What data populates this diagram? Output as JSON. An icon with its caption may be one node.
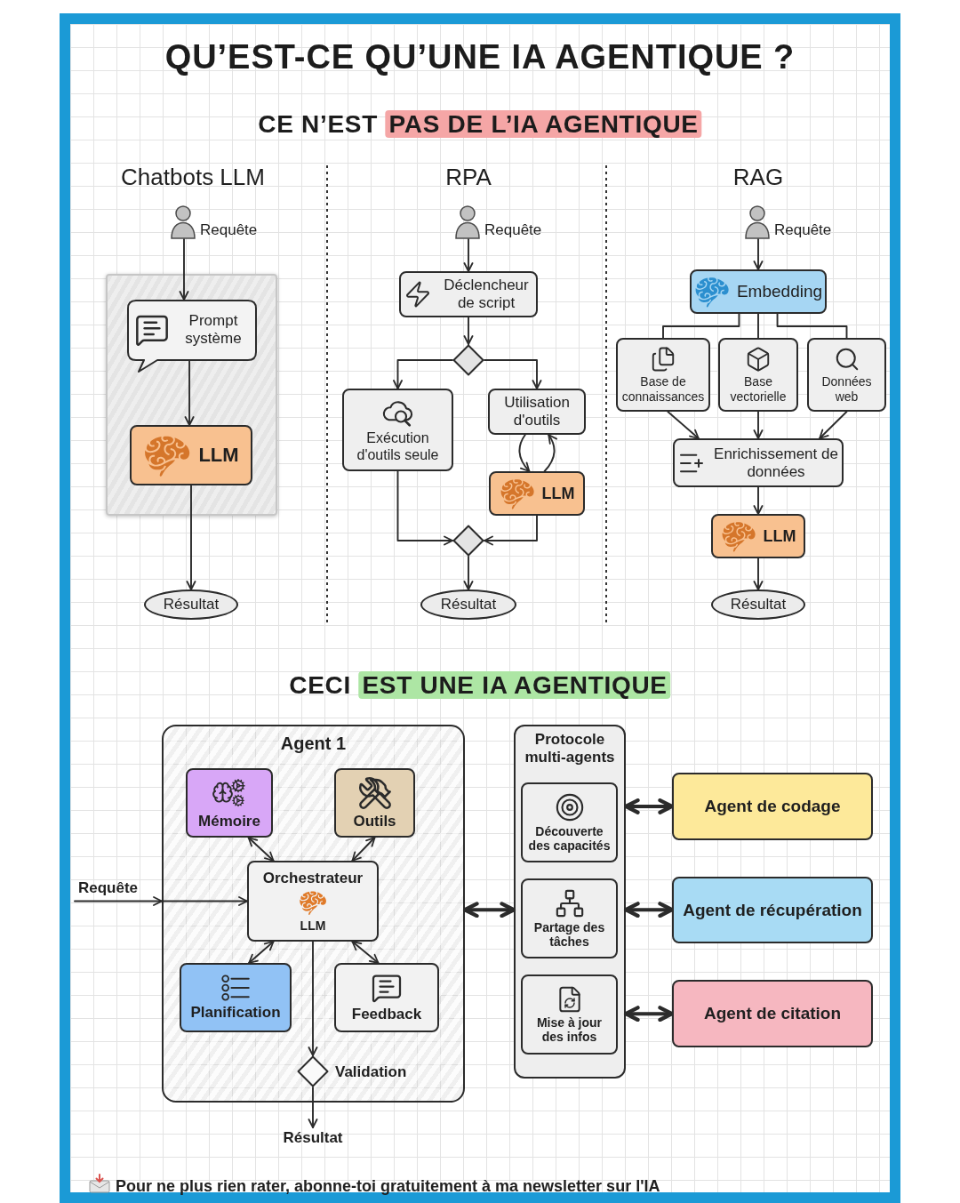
{
  "diagram": {
    "title": "QU’EST-CE QU’UNE IA AGENTIQUE ?",
    "nodes": [
      {
        "text": [
          "Requête"
        ]
      },
      {
        "text": [],
        "shape": "box"
      },
      {
        "text": [
          "Prompt système"
        ],
        "in": 1
      },
      {
        "text": [
          "LLM"
        ],
        "in": 1
      },
      {
        "text": [
          "Résultat"
        ]
      },
      {
        "text": [
          "Requête"
        ]
      },
      {
        "text": [
          "Déclencheur de script"
        ]
      },
      {
        "text": [],
        "shape": "diamond"
      },
      {
        "text": [
          "Exécution d'outils seule"
        ]
      },
      {
        "text": [
          "Utilisation d'outils"
        ]
      },
      {
        "text": [
          "LLM"
        ]
      },
      {
        "text": [],
        "shape": "diamond"
      },
      {
        "text": [
          "Résultat"
        ]
      },
      {
        "text": [
          "Requête"
        ]
      },
      {
        "text": [
          "Embedding"
        ]
      },
      {
        "text": [
          "Base de connaissances"
        ]
      },
      {
        "text": [
          "Base vectorielle"
        ]
      },
      {
        "text": [
          "Données web"
        ]
      },
      {
        "text": [
          "Enrichissement de données"
        ]
      },
      {
        "text": [
          "LLM"
        ]
      },
      {
        "text": [
          "Résultat"
        ]
      },
      {
        "text": [
          "Agent 1"
        ]
      },
      {
        "text": [
          "Mémoire"
        ],
        "in": 21
      },
      {
        "text": [
          "Outils"
        ],
        "in": 21
      },
      {
        "text": [
          "Orchestrateur",
          "LLM"
        ],
        "in": 21
      },
      {
        "text": [
          "Planification"
        ],
        "in": 21
      },
      {
        "text": [
          "Feedback"
        ],
        "in": 21
      },
      {
        "text": [],
        "shape": "diamond",
        "beside": [
          "Validation"
        ],
        "in": 21
      },
      {
        "text": [
          "Résultat"
        ]
      },
      {
        "text": [
          "Protocole multi-agents"
        ]
      },
      {
        "text": [
          "Découverte des capacités"
        ],
        "in": 29
      },
      {
        "text": [
          "Partage des tâches"
        ],
        "in": 29
      },
      {
        "text": [
          "Mise à jour des infos"
        ],
        "in": 29
      },
      {
        "text": [
          "Agent de codage"
        ]
      },
      {
        "text": [
          "Agent de récupération"
        ]
      },
      {
        "text": [
          "Agent de citation"
        ]
      }
    ],
    "edges": [
      {
        "from": 0,
        "to": 2,
        "arrow": "to"
      },
      {
        "from": 2,
        "to": 3,
        "arrow": "to"
      },
      {
        "from": 3,
        "to": 4,
        "arrow": "to"
      },
      {
        "from": 5,
        "to": 6,
        "arrow": "to"
      },
      {
        "from": 6,
        "to": 7,
        "arrow": "to"
      },
      {
        "from": 7,
        "to": 8,
        "arrow": "to"
      },
      {
        "from": 7,
        "to": 9,
        "arrow": "to"
      },
      {
        "from": 9,
        "to": 10,
        "arrow": "to"
      },
      {
        "from": 10,
        "to": 9,
        "arrow": "to"
      },
      {
        "from": 8,
        "to": 11,
        "arrow": "to"
      },
      {
        "from": 10,
        "to": 11,
        "arrow": "to"
      },
      {
        "from": 11,
        "to": 12,
        "arrow": "to"
      },
      {
        "from": 13,
        "to": 14,
        "arrow": "to"
      },
      {
        "from": 14,
        "to": 15,
        "arrow": "none"
      },
      {
        "from": 14,
        "to": 16,
        "arrow": "none"
      },
      {
        "from": 14,
        "to": 17,
        "arrow": "none"
      },
      {
        "from": 15,
        "to": 18,
        "arrow": "to"
      },
      {
        "from": 16,
        "to": 18,
        "arrow": "to"
      },
      {
        "from": 17,
        "to": 18,
        "arrow": "to"
      },
      {
        "from": 18,
        "to": 19,
        "arrow": "to"
      },
      {
        "from": 19,
        "to": 20,
        "arrow": "to"
      },
      {
        "from": 22,
        "to": 24,
        "arrow": "both"
      },
      {
        "from": 23,
        "to": 24,
        "arrow": "both"
      },
      {
        "from": 24,
        "to": 25,
        "arrow": "both"
      },
      {
        "from": 24,
        "to": 26,
        "arrow": "both"
      },
      {
        "from": null,
        "to": 24,
        "arrow": "to",
        "label": "Requête"
      },
      {
        "from": 24,
        "to": 27,
        "arrow": "to"
      },
      {
        "from": 27,
        "to": 28,
        "arrow": "to"
      },
      {
        "from": 21,
        "to": 29,
        "arrow": "both",
        "style": "thick"
      },
      {
        "from": 29,
        "to": 33,
        "arrow": "both",
        "style": "thick"
      },
      {
        "from": 29,
        "to": 34,
        "arrow": "both",
        "style": "thick"
      },
      {
        "from": 29,
        "to": 35,
        "arrow": "both",
        "style": "thick"
      }
    ],
    "labels": [
      "CE N’EST **PAS DE L’IA AGENTIQUE**",
      "Chatbots LLM",
      "RPA",
      "RAG",
      "CECI **EST UNE IA AGENTIQUE**",
      "Pour ne plus rien rater, abonne-toi gratuitement à ma newsletter sur l'IA"
    ]
  }
}
